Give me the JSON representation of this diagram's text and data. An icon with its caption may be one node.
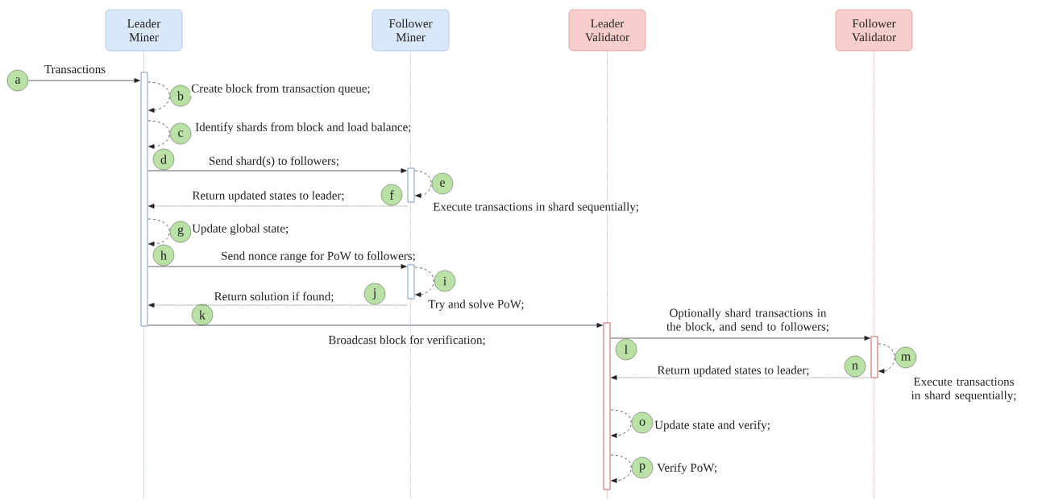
{
  "diagram": {
    "nodes": [
      {
        "text": [
          "Leader Miner"
        ]
      },
      {
        "text": [
          "Follower Miner"
        ]
      },
      {
        "text": [
          "Leader Validator"
        ]
      },
      {
        "text": [
          "Follower Validator"
        ]
      },
      {
        "text": [],
        "shape": "bar"
      },
      {
        "text": [],
        "shape": "bar"
      },
      {
        "text": [],
        "shape": "bar"
      },
      {
        "text": [],
        "shape": "bar"
      },
      {
        "text": [],
        "shape": "bar"
      },
      {
        "text": [
          "a"
        ]
      },
      {
        "text": [
          "b"
        ]
      },
      {
        "text": [
          "c"
        ]
      },
      {
        "text": [
          "d"
        ]
      },
      {
        "text": [
          "e"
        ]
      },
      {
        "text": [
          "f"
        ]
      },
      {
        "text": [
          "g"
        ]
      },
      {
        "text": [
          "h"
        ]
      },
      {
        "text": [
          "i"
        ]
      },
      {
        "text": [
          "j"
        ]
      },
      {
        "text": [
          "k"
        ]
      },
      {
        "text": [
          "l"
        ]
      },
      {
        "text": [
          "m"
        ]
      },
      {
        "text": [
          "n"
        ]
      },
      {
        "text": [
          "o"
        ]
      },
      {
        "text": [
          "p"
        ]
      }
    ],
    "edges": [
      {
        "from": 9,
        "to": 4,
        "arrow": "to",
        "label": "Transactions"
      },
      {
        "from": 4,
        "to": 4,
        "arrow": "to",
        "style": "dashed",
        "label": "Create block from transaction queue;"
      },
      {
        "from": 4,
        "to": 4,
        "arrow": "to",
        "style": "dashed",
        "label": "Identify shards from block and load balance;"
      },
      {
        "from": 4,
        "to": 5,
        "arrow": "to",
        "label": "Send shard(s) to followers;"
      },
      {
        "from": 5,
        "to": 5,
        "arrow": "to",
        "style": "dashed",
        "label": "Execute transactions in shard sequentially;"
      },
      {
        "from": 5,
        "to": 4,
        "arrow": "to",
        "style": "dashed",
        "label": "Return updated states to leader;"
      },
      {
        "from": 4,
        "to": 4,
        "arrow": "to",
        "style": "dashed",
        "label": "Update global state;"
      },
      {
        "from": 4,
        "to": 6,
        "arrow": "to",
        "label": "Send nonce range for PoW to followers;"
      },
      {
        "from": 6,
        "to": 6,
        "arrow": "to",
        "style": "dashed",
        "label": "Try and solve PoW;"
      },
      {
        "from": 6,
        "to": 4,
        "arrow": "to",
        "style": "dashed",
        "label": "Return solution if found;"
      },
      {
        "from": 4,
        "to": 7,
        "arrow": "to",
        "label": "Broadcast block for verification;"
      },
      {
        "from": 7,
        "to": 8,
        "arrow": "to",
        "label": "Optionally shard transactions in the block, and send to followers;"
      },
      {
        "from": 8,
        "to": 8,
        "arrow": "to",
        "style": "dashed",
        "label": "Execute transactions in shard sequentially;"
      },
      {
        "from": 8,
        "to": 7,
        "arrow": "to",
        "style": "dashed",
        "label": "Return updated states to leader;"
      },
      {
        "from": 7,
        "to": 7,
        "arrow": "to",
        "style": "dashed",
        "label": "Update state and verify;"
      },
      {
        "from": 7,
        "to": 7,
        "arrow": "to",
        "style": "dashed",
        "label": "Verify PoW;"
      }
    ]
  }
}
